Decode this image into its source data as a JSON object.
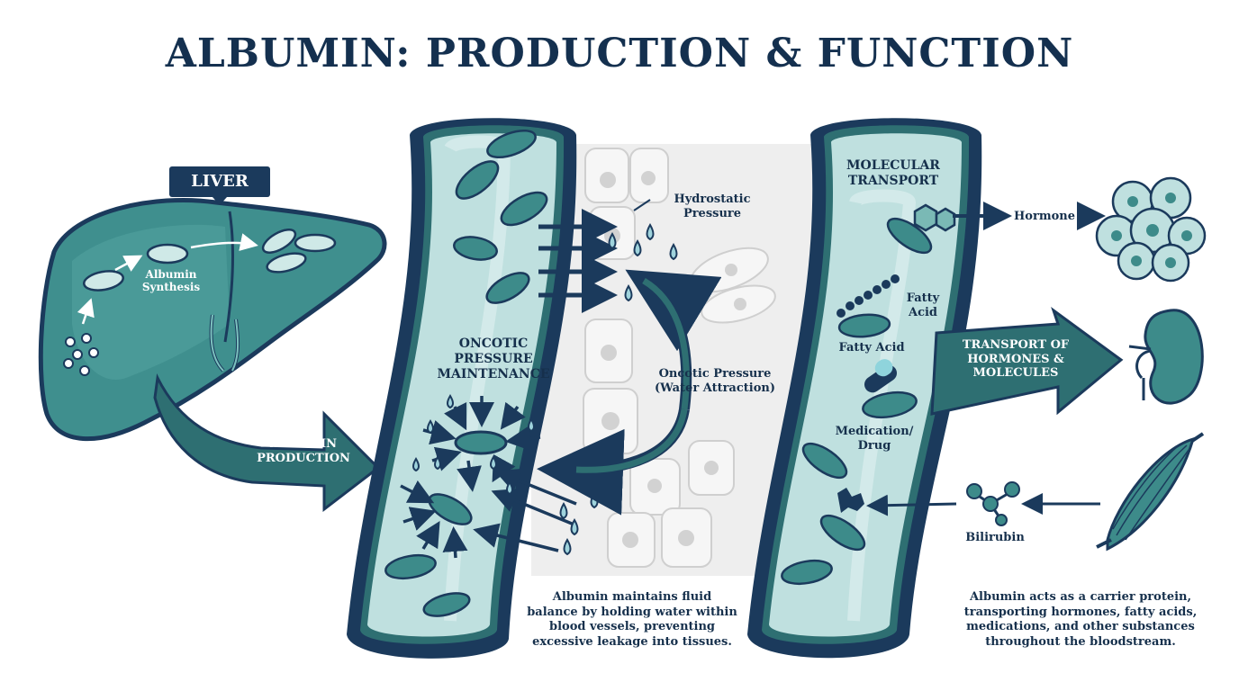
{
  "title": "ALBUMIN: PRODUCTION & FUNCTION",
  "liver": {
    "tag": "LIVER",
    "synthesis_label": "Albumin\nSynthesis",
    "production_label": "ALBUMIN\nPRODUCTION"
  },
  "oncotic": {
    "vessel_label": "ONCOTIC\nPRESSURE\nMAINTENANCE",
    "hydrostatic_label": "Hydrostatic\nPressure",
    "oncotic_label": "Oncotic Pressure\n(Water Attraction)",
    "caption": "Albumin maintains fluid\nbalance by holding water within\nblood vessels, preventing\nexcessive leakage into tissues."
  },
  "transport": {
    "vessel_label": "MOLECULAR\nTRANSPORT",
    "hormone_label": "Hormone",
    "fatty_acid_label_1": "Fatty\nAcid",
    "fatty_acid_label_2": "Fatty Acid",
    "medication_label": "Medication/\nDrug",
    "arrow_label": "TRANSPORT OF\nHORMONES &\nMOLECULES",
    "bilirubin_label": "Bilirubin",
    "caption": "Albumin acts as a carrier protein,\ntransporting hormones, fatty acids,\nmedications, and other substances\nthroughout the bloodstream."
  },
  "colors": {
    "navy": "#1b3a5c",
    "teal": "#3d8b8a",
    "teal_dark": "#2e6f72",
    "vessel_fill": "#bfe0df",
    "tissue_bg": "#eeeeee",
    "drop": "#9fd3dc"
  },
  "icons": [
    "liver-icon",
    "albumin-molecule-icon",
    "vessel-icon",
    "water-drop-icon",
    "cell-cluster-icon",
    "kidney-icon",
    "muscle-icon",
    "bilirubin-molecule-icon",
    "pill-icon",
    "hexagon-molecule-icon"
  ]
}
